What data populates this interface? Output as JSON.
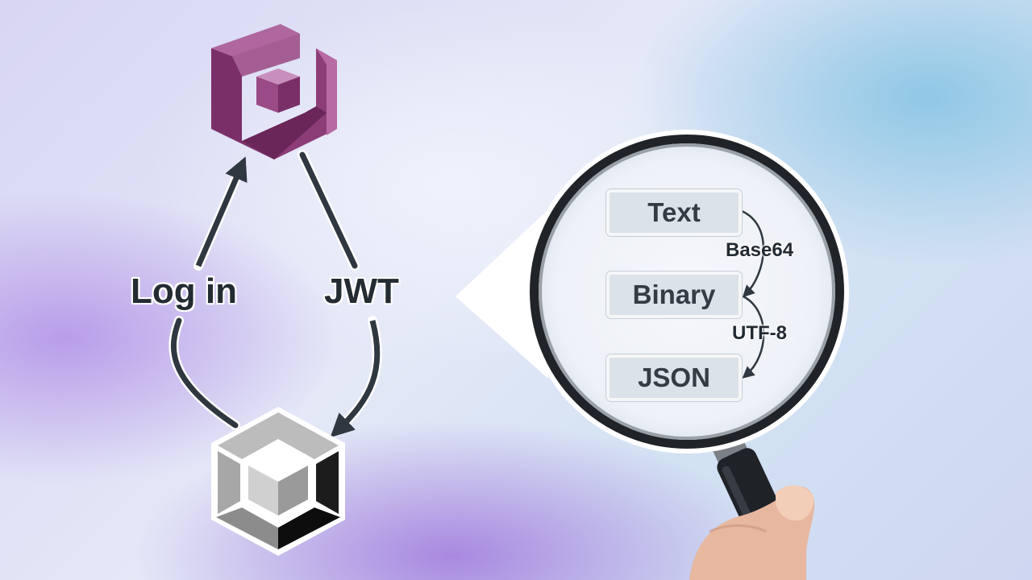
{
  "flow": {
    "login_label": "Log in",
    "jwt_label": "JWT"
  },
  "icons": {
    "top": "aws-cognito-icon",
    "bottom": "unity-icon",
    "magnifier": "magnifying-glass-icon"
  },
  "decode_chain": {
    "boxes": [
      "Text",
      "Binary",
      "JSON"
    ],
    "steps": [
      "Base64",
      "UTF-8"
    ]
  },
  "colors": {
    "cognito_purple": "#8c3d78",
    "unity_gray": "#9a9a9a",
    "arrow": "#2f3740"
  }
}
